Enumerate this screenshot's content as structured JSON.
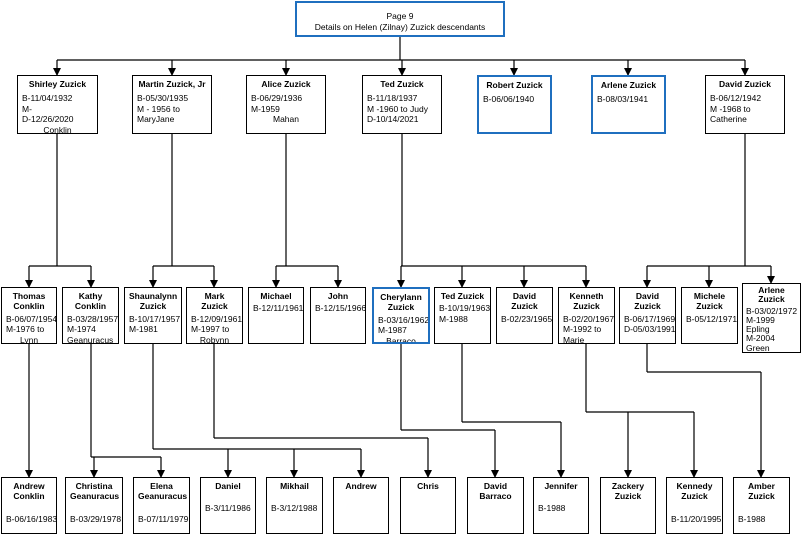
{
  "header": {
    "page": "Page 9",
    "subtitle": "Details on Helen (Zilnay) Zuzick descendants"
  },
  "children": [
    {
      "name": "Shirley Zuzick",
      "lines": [
        "B-11/04/1932",
        "M-",
        "D-12/26/2020"
      ],
      "last": "Conklin"
    },
    {
      "name": "Martin Zuzick, Jr",
      "lines": [
        "B-05/30/1935",
        "M - 1956 to",
        "MaryJane"
      ]
    },
    {
      "name": "Alice Zuzick",
      "lines": [
        "B-06/29/1936",
        "M-1959"
      ],
      "last": "Mahan"
    },
    {
      "name": "Ted Zuzick",
      "lines": [
        "B-11/18/1937",
        "M -1960 to Judy",
        "D-10/14/2021"
      ]
    },
    {
      "name": "Robert Zuzick",
      "lines": [
        "B-06/06/1940"
      ]
    },
    {
      "name": "Arlene Zuzick",
      "lines": [
        "B-08/03/1941"
      ]
    },
    {
      "name": "David Zuzick",
      "lines": [
        "B-06/12/1942",
        "M -1968 to",
        "Catherine"
      ]
    }
  ],
  "grandchildren": [
    {
      "name": "Thomas Conklin",
      "lines": [
        "B-06/07/1954",
        "M-1976 to"
      ],
      "last": "Lynn"
    },
    {
      "name": "Kathy Conklin",
      "lines": [
        "B-03/28/1957",
        "M-1974",
        "Geanuracus"
      ]
    },
    {
      "name": "Shaunalynn Zuzick",
      "lines": [
        "B-10/17/1957",
        "M-1981"
      ]
    },
    {
      "name": "Mark Zuzick",
      "lines": [
        "B-12/09/1961",
        "M-1997 to"
      ],
      "last": "Robynn"
    },
    {
      "name": "Michael",
      "lines": [
        "B-12/11/1961"
      ]
    },
    {
      "name": "John",
      "lines": [
        "B-12/15/1966"
      ]
    },
    {
      "name": "Cherylann Zuzick",
      "lines": [
        "B-03/16/1962",
        "M-1987"
      ],
      "last": "Barraco"
    },
    {
      "name": "Ted Zuzick",
      "lines": [
        "B-10/19/1963",
        "M-1988"
      ]
    },
    {
      "name": "David Zuzick",
      "lines": [
        "B-02/23/1965"
      ]
    },
    {
      "name": "Kenneth Zuzick",
      "lines": [
        "B-02/20/1967",
        "M-1992 to",
        "Marie"
      ]
    },
    {
      "name": "David Zuzick",
      "lines": [
        "B-06/17/1969",
        "D-05/03/1991"
      ]
    },
    {
      "name": "Michele Zuzick",
      "lines": [
        "B-05/12/1971"
      ]
    },
    {
      "name": "Arlene Zuzick",
      "lines": [
        "B-03/02/1972",
        "M-1999",
        "Epling",
        "M-2004",
        "Green"
      ]
    }
  ],
  "great_grandchildren": [
    {
      "name": "Andrew Conklin",
      "lines": [
        "B-06/16/1983"
      ]
    },
    {
      "name": "Christina Geanuracus",
      "lines": [
        "B-03/29/1978"
      ]
    },
    {
      "name": "Elena Geanuracus",
      "lines": [
        "B-07/11/1979"
      ]
    },
    {
      "name": "Daniel",
      "lines": [
        "B-3/11/1986"
      ]
    },
    {
      "name": "Mikhail",
      "lines": [
        "B-3/12/1988"
      ]
    },
    {
      "name": "Andrew",
      "lines": []
    },
    {
      "name": "Chris",
      "lines": []
    },
    {
      "name": "David Barraco",
      "lines": []
    },
    {
      "name": "Jennifer",
      "lines": [
        "B-1988"
      ]
    },
    {
      "name": "Zackery Zuzick",
      "lines": []
    },
    {
      "name": "Kennedy Zuzick",
      "lines": [
        "B-11/20/1995"
      ]
    },
    {
      "name": "Amber Zuzick",
      "lines": [
        "B-1988"
      ]
    }
  ]
}
